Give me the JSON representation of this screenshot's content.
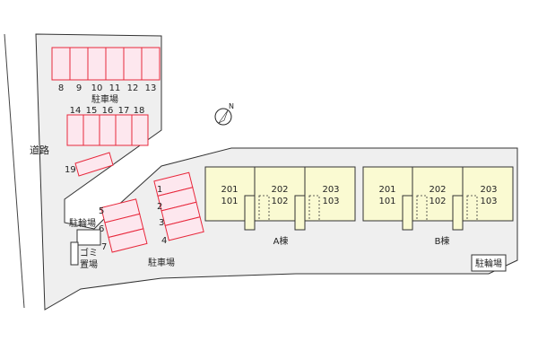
{
  "road_label": "道路",
  "north_label": "N",
  "parking_label_top": "駐車場",
  "parking_label_bottom": "駐車場",
  "bike_parking_label_left": "駐輪場",
  "bike_parking_label_right": "駐輪場",
  "garbage_label_1": "ゴミ",
  "garbage_label_2": "置場",
  "spaces_row_top": [
    "8",
    "9",
    "10",
    "11",
    "12",
    "13"
  ],
  "spaces_row_second": [
    "14",
    "15",
    "16",
    "17",
    "18"
  ],
  "space_19": "19",
  "spaces_left_block": [
    "5",
    "6",
    "7"
  ],
  "spaces_center_block": [
    "1",
    "2",
    "3",
    "4"
  ],
  "building_a": {
    "name": "A棟",
    "units": [
      {
        "upper": "201",
        "lower": "101"
      },
      {
        "upper": "202",
        "lower": "102"
      },
      {
        "upper": "203",
        "lower": "103"
      }
    ]
  },
  "building_b": {
    "name": "B棟",
    "units": [
      {
        "upper": "201",
        "lower": "101"
      },
      {
        "upper": "202",
        "lower": "102"
      },
      {
        "upper": "203",
        "lower": "103"
      }
    ]
  },
  "colors": {
    "lot": "#efefef",
    "parking_fill": "#fde7ee",
    "parking_stroke": "#e8283c",
    "building_fill": "#fafad2"
  }
}
